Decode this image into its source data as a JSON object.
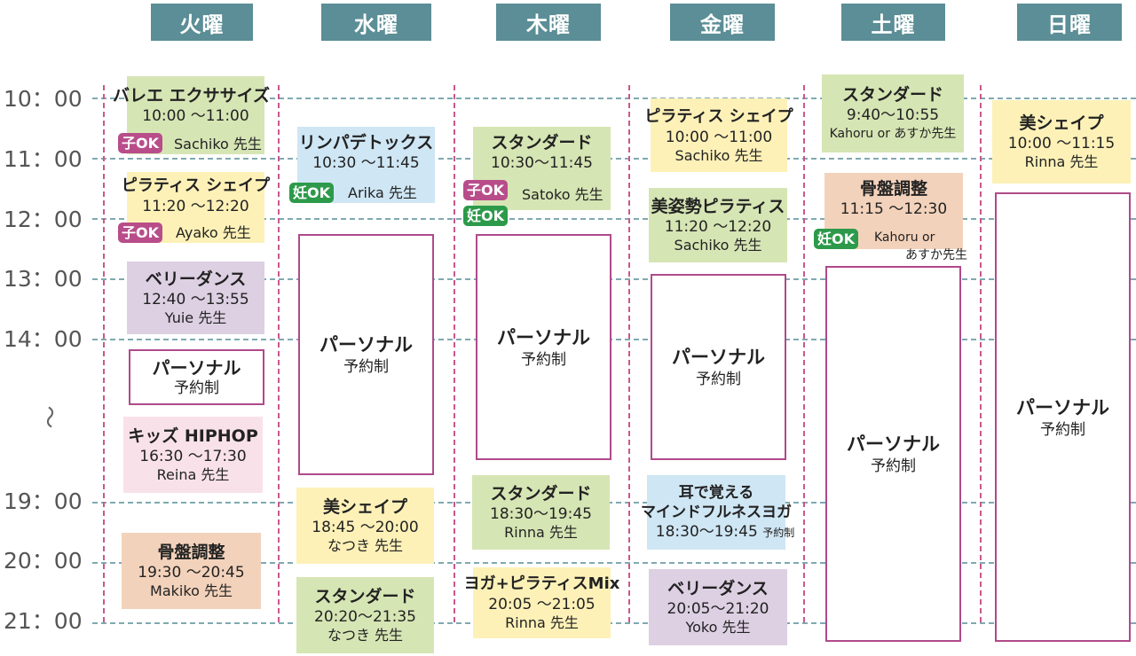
{
  "days": [
    "火曜",
    "水曜",
    "木曜",
    "金曜",
    "土曜",
    "日曜"
  ],
  "times": [
    "10：00",
    "11：00",
    "12：00",
    "13：00",
    "14：00",
    "19：00",
    "20：00",
    "21：00"
  ],
  "tilde": "〜",
  "personal": {
    "name": "パーソナル",
    "note": "予約制"
  },
  "badges": {
    "kid_ok": "子OK",
    "preg_ok": "妊OK"
  },
  "colors": {
    "header": "#5b8e96",
    "green": "#d6e5b4",
    "blue": "#cfe6f4",
    "yellow": "#fdf1b8",
    "purple": "#ddd0e3",
    "orange": "#f3d2bb",
    "pink": "#f9e1ea",
    "outline": "#b04a8a",
    "kid_badge": "#b84d8a",
    "preg_badge": "#2c9a4a",
    "hline": "#7fa9b1",
    "vline": "#c9588c"
  },
  "classes": {
    "tue_ballet": {
      "name": "バレエ エクササイズ",
      "time": "10:00 〜11:00",
      "instructor": "Sachiko 先生"
    },
    "tue_pilates": {
      "name": "ピラティス シェイプ",
      "time": "11:20 〜12:20",
      "instructor": "Ayako 先生"
    },
    "tue_belly": {
      "name": "ベリーダンス",
      "time": "12:40 〜13:55",
      "instructor": "Yuie 先生"
    },
    "tue_kids": {
      "name": "キッズ HIPHOP",
      "time": "16:30 〜17:30",
      "instructor": "Reina 先生"
    },
    "tue_kotsuban": {
      "name": "骨盤調整",
      "time": "19:30 〜20:45",
      "instructor": "Makiko 先生"
    },
    "wed_lymph": {
      "name": "リンパデトックス",
      "time": "10:30 〜11:45",
      "instructor": "Arika 先生"
    },
    "wed_bi": {
      "name": "美シェイプ",
      "time": "18:45 〜20:00",
      "instructor": "なつき 先生"
    },
    "wed_standard": {
      "name": "スタンダード",
      "time": "20:20〜21:35",
      "instructor": "なつき 先生"
    },
    "thu_standard1": {
      "name": "スタンダード",
      "time": "10:30〜11:45",
      "instructor": "Satoko 先生"
    },
    "thu_standard2": {
      "name": "スタンダード",
      "time": "18:30〜19:45",
      "instructor": "Rinna 先生"
    },
    "thu_yogamix": {
      "name": "ヨガ+ピラティスMix",
      "time": "20:05 〜21:05",
      "instructor": "Rinna 先生"
    },
    "fri_pilates": {
      "name": "ピラティス シェイプ",
      "time": "10:00 〜11:00",
      "instructor": "Sachiko 先生"
    },
    "fri_bishisei": {
      "name": "美姿勢ピラティス",
      "time": "11:20 〜12:20",
      "instructor": "Sachiko 先生"
    },
    "fri_mind": {
      "name1": "耳で覚える",
      "name2": "マインドフルネスヨガ",
      "time": "18:30〜19:45",
      "note": "予約制"
    },
    "fri_belly": {
      "name": "ベリーダンス",
      "time": "20:05〜21:20",
      "instructor": "Yoko 先生"
    },
    "sat_standard": {
      "name": "スタンダード",
      "time": "9:40〜10:55",
      "instructor": "Kahoru or あすか先生"
    },
    "sat_kotsuban": {
      "name": "骨盤調整",
      "time": "11:15 〜12:30",
      "instructor1": "Kahoru or",
      "instructor2": "あすか先生"
    },
    "sun_bi": {
      "name": "美シェイプ",
      "time": "10:00 〜11:15",
      "instructor": "Rinna 先生"
    }
  }
}
